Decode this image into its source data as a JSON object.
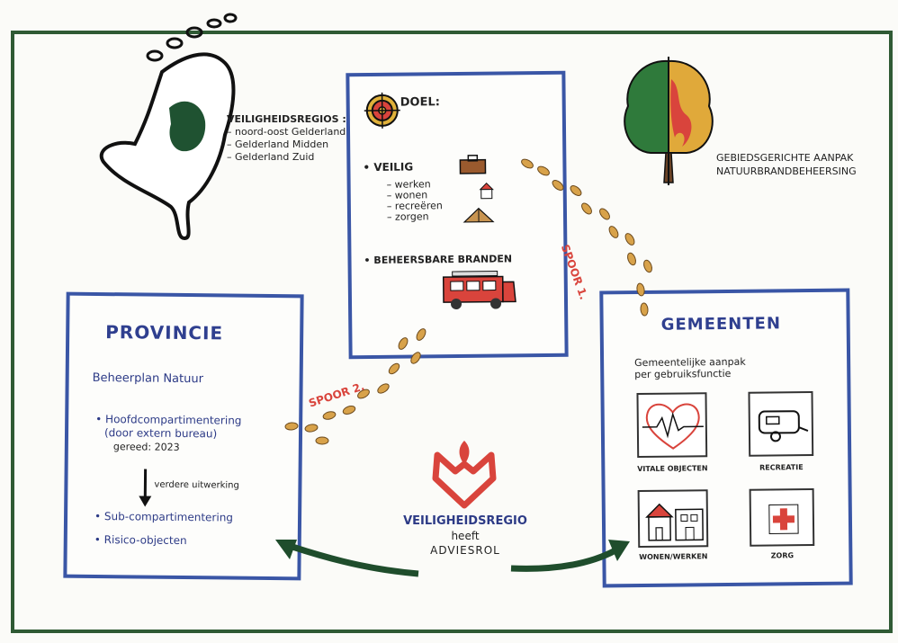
{
  "regions": {
    "heading": "VEILIGHEIDSREGIOS :",
    "items": [
      "noord-oost Gelderland",
      "Gelderland Midden",
      "Gelderland Zuid"
    ]
  },
  "goal": {
    "heading": "DOEL:",
    "safe_label": "VEILIG",
    "activities": [
      "werken",
      "wonen",
      "recreëren",
      "zorgen"
    ],
    "fires_label": "BEHEERSBARE BRANDEN"
  },
  "approach": {
    "line1": "GEBIEDSGERICHTE AANPAK",
    "line2": "NATUURBRANDBEHEERSING"
  },
  "provincie": {
    "title": "PROVINCIE",
    "plan": "Beheerplan Natuur",
    "item1_line1": "Hoofdcompartimentering",
    "item1_line2": "(door extern bureau)",
    "item1_line3": "gereed: 2023",
    "arrow_note": "verdere uitwerking",
    "item2": "Sub-compartimentering",
    "item3": "Risico-objecten"
  },
  "gemeenten": {
    "title": "GEMEENTEN",
    "subtitle_line1": "Gemeentelijke aanpak",
    "subtitle_line2": "per gebruiksfunctie",
    "cards": [
      "VITALE OBJECTEN",
      "RECREATIE",
      "WONEN/WERKEN",
      "ZORG"
    ]
  },
  "paths": {
    "spoor1": "SPOOR 1.",
    "spoor2": "SPOOR 2."
  },
  "center": {
    "org": "VEILIGHEIDSREGIO",
    "verb": "heeft",
    "role": "ADVIESROL"
  },
  "colors": {
    "frame": "#2f5a34",
    "box_border": "#3a56a6",
    "accent_red": "#d9443c",
    "footprint": "#d8a24a"
  }
}
